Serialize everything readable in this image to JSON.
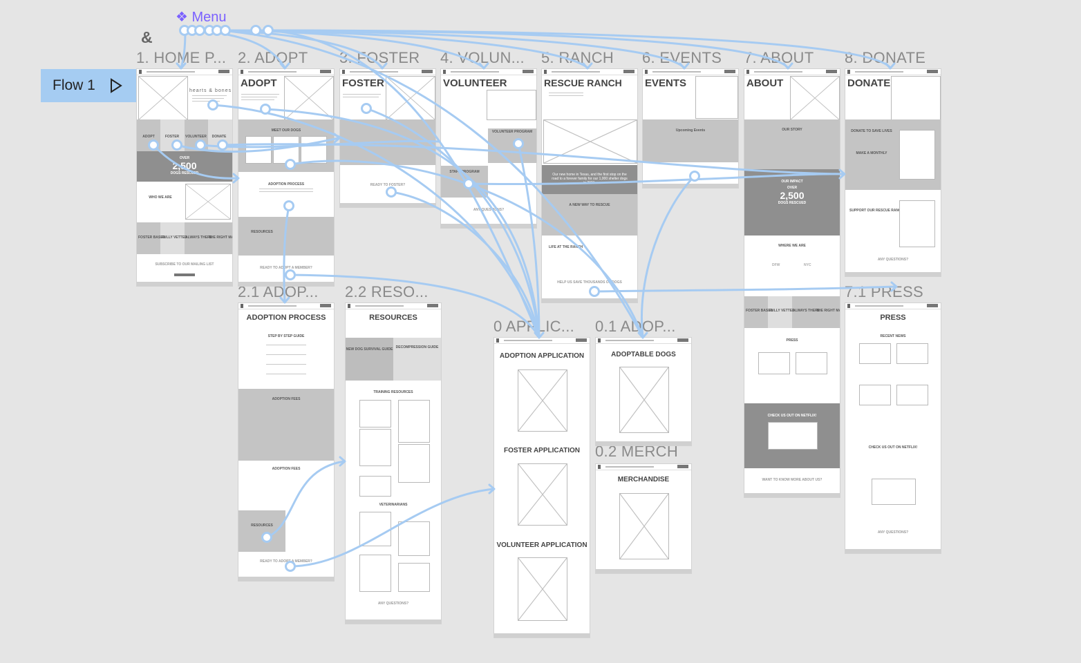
{
  "canvas": {
    "menu_label": "Menu",
    "ampersand": "&",
    "flow_button_label": "Flow 1",
    "accent_color": "#7b61ff",
    "wire_color": "#a6cbf2"
  },
  "frames": {
    "home": {
      "title": "1. HOME P...",
      "logo": "hearts & bones",
      "tiles": [
        "ADOPT",
        "FOSTER",
        "VOLUNTEER",
        "DONATE"
      ],
      "stat_prefix": "OVER",
      "stat_value": "2,500",
      "stat_label": "DOGS RESCUED",
      "who_we_are": "WHO WE ARE",
      "features": [
        "FOSTER BASED",
        "FULLY VETTED",
        "ALWAYS THERE",
        "THE RIGHT MATCH"
      ],
      "subscribe": "SUBSCRIBE TO OUR MAILING LIST"
    },
    "adopt": {
      "title": "2. ADOPT",
      "heading": "ADOPT",
      "meet": "MEET OUR DOGS",
      "process": "ADOPTION PROCESS",
      "resources": "RESOURCES",
      "ready": "READY TO ADOPT A MEMBER?"
    },
    "foster": {
      "title": "3. FOSTER",
      "heading": "FOSTER",
      "ready": "READY TO FOSTER?"
    },
    "volunteer": {
      "title": "4. VOLUN...",
      "heading": "VOLUNTEER",
      "program": "VOLUNTEER PROGRAM",
      "staff": "STAFF PROGRAM",
      "questions": "ANY QUESTIONS?"
    },
    "ranch": {
      "title": "5. RANCH",
      "heading": "RESCUE RANCH",
      "body": "Our new home in Texas, and the first stop on the road to a forever family for our 1,000 shelter dogs in 2021.",
      "new_way": "A NEW WAY TO RESCUE",
      "life": "LIFE AT THE RANCH",
      "help": "HELP US SAVE THOUSANDS OF DOGS"
    },
    "events": {
      "title": "6. EVENTS",
      "heading": "EVENTS",
      "upcoming": "Upcoming Events"
    },
    "about": {
      "title": "7. ABOUT",
      "heading": "ABOUT",
      "story": "OUR STORY",
      "impact": "OUR IMPACT",
      "stat_prefix": "OVER",
      "stat_value": "2,500",
      "stat_label": "DOGS RESCUED",
      "where": "WHERE WE ARE",
      "cities": [
        "DFW",
        "NYC"
      ],
      "features": [
        "FOSTER BASED",
        "FULLY VETTED",
        "ALWAYS THERE",
        "THE RIGHT MATCH"
      ],
      "press": "PRESS",
      "netflix": "CHECK US OUT ON NETFLIX!",
      "learn_more": "WANT TO KNOW MORE ABOUT US?"
    },
    "donate": {
      "title": "8. DONATE",
      "heading": "DONATE",
      "save": "DONATE TO SAVE LIVES",
      "monthly": "MAKE A MONTHLY",
      "support": "SUPPORT OUR RESCUE RANCH",
      "questions": "ANY QUESTIONS?"
    },
    "adoption_process": {
      "title": "2.1 ADOP...",
      "heading": "ADOPTION PROCESS",
      "guide": "STEP BY STEP GUIDE",
      "fees": "ADOPTION FEES",
      "fees2": "ADOPTION FEES",
      "resources": "RESOURCES",
      "ready": "READY TO ADOPT A MEMBER?"
    },
    "resources": {
      "title": "2.2 RESO...",
      "heading": "RESOURCES",
      "card1": "NEW DOG SURVIVAL GUIDE",
      "card2": "DECOMPRESSION GUIDE",
      "training": "TRAINING RESOURCES",
      "vets": "VETERINARIANS",
      "questions": "ANY QUESTIONS?"
    },
    "applications": {
      "title": "0 APPLIC...",
      "items": [
        "ADOPTION APPLICATION",
        "FOSTER APPLICATION",
        "VOLUNTEER APPLICATION"
      ]
    },
    "adoptable": {
      "title": "0.1 ADOP...",
      "heading": "ADOPTABLE DOGS"
    },
    "merch": {
      "title": "0.2 MERCH",
      "heading": "MERCHANDISE"
    },
    "press": {
      "title": "7.1 PRESS",
      "heading": "PRESS",
      "recent": "RECENT NEWS",
      "netflix": "CHECK US OUT ON NETFLIX!",
      "questions": "ANY QUESTIONS?"
    }
  }
}
